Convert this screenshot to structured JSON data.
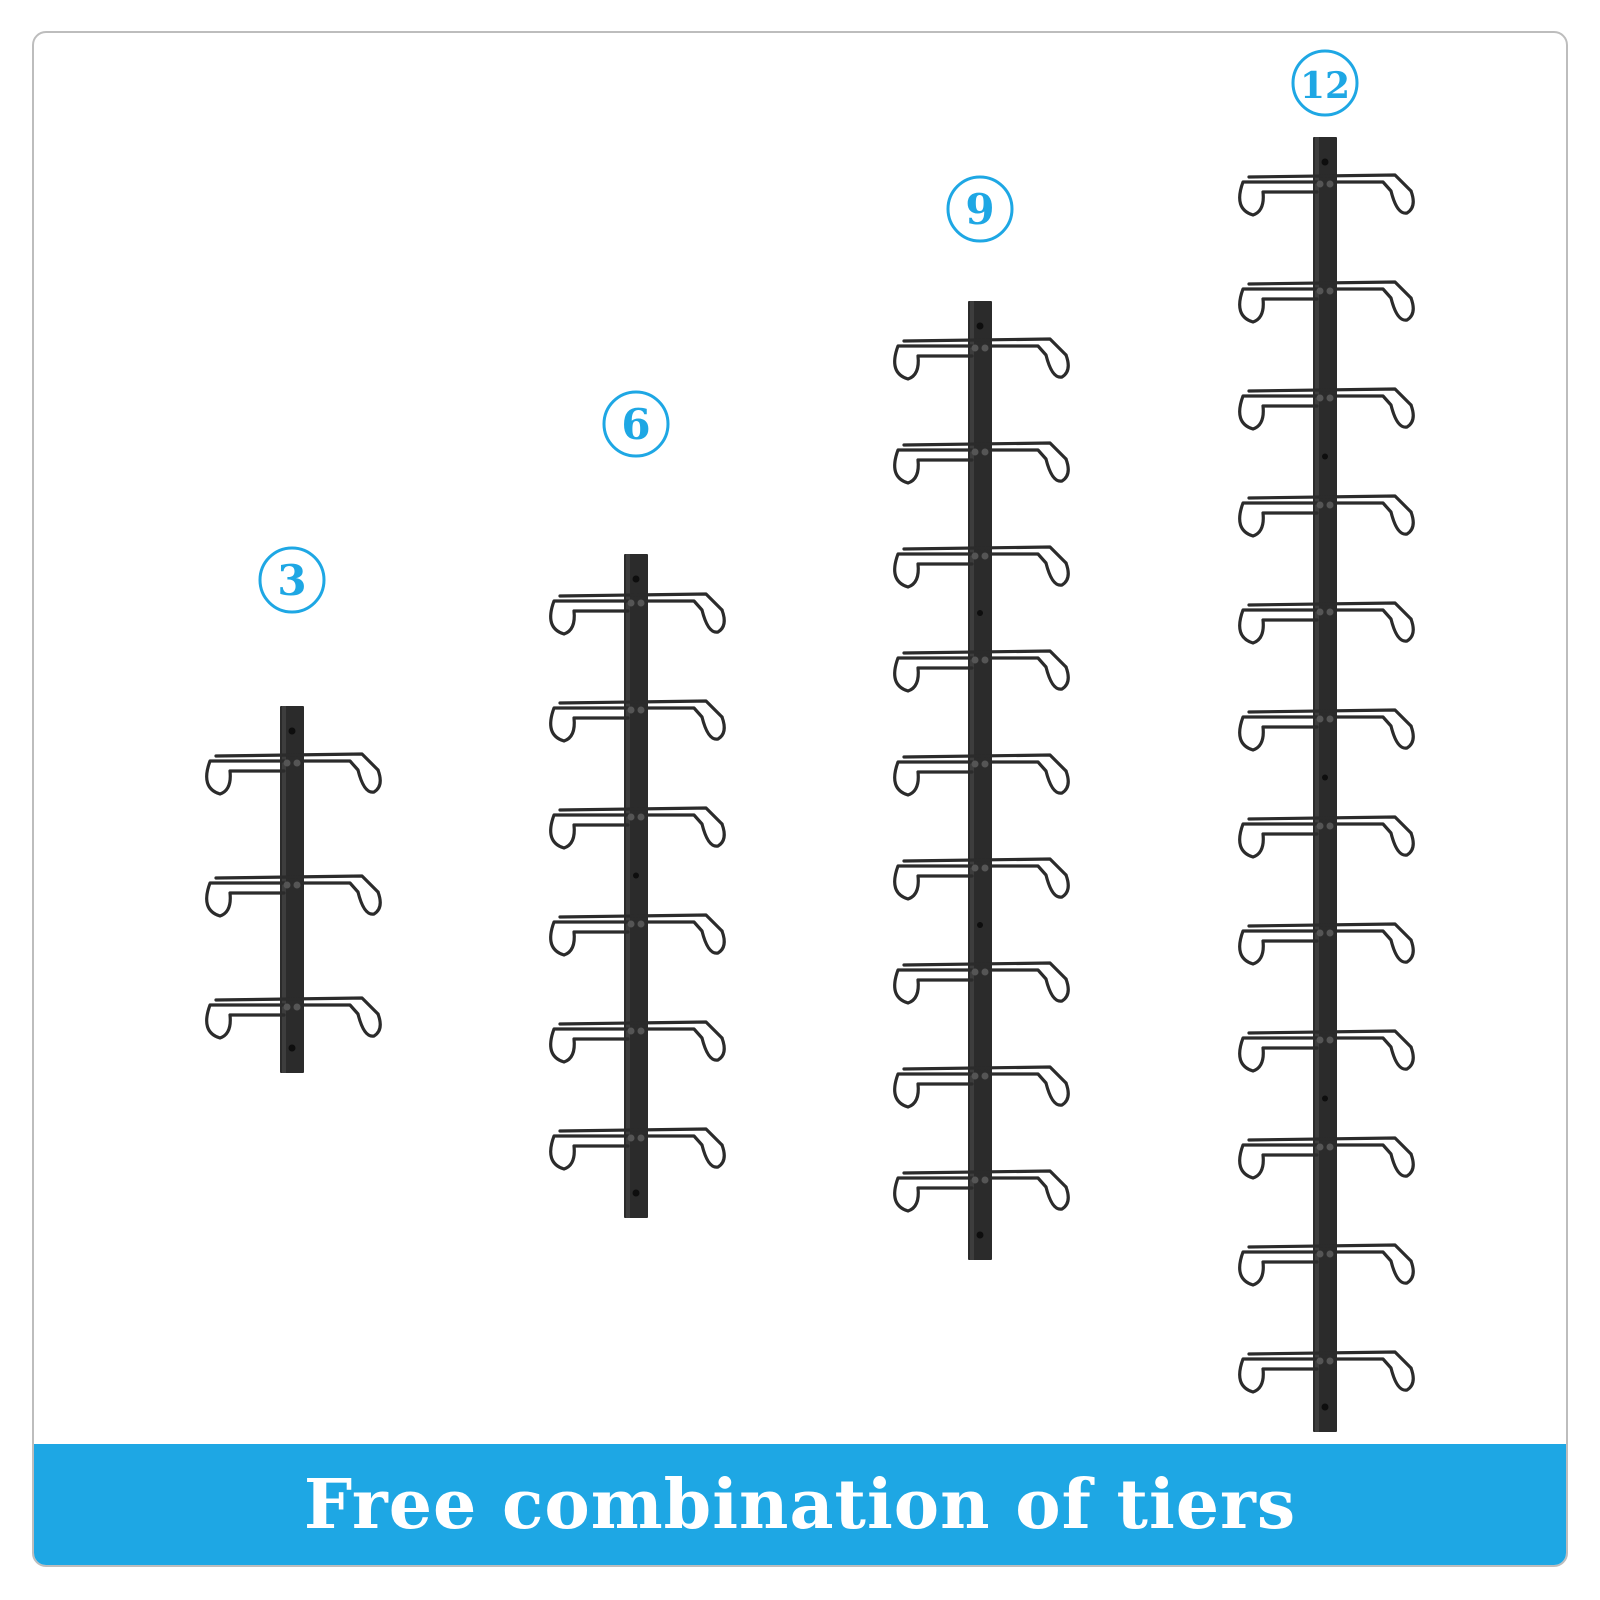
{
  "colors": {
    "accent": "#1ea7e4",
    "rack": "#2b2b2b",
    "border": "#bdbdbd",
    "banner_text": "#ffffff"
  },
  "racks": [
    {
      "label": "3",
      "tiers": 3
    },
    {
      "label": "6",
      "tiers": 6
    },
    {
      "label": "9",
      "tiers": 9
    },
    {
      "label": "12",
      "tiers": 12
    }
  ],
  "banner": {
    "text": "Free combination of tiers"
  }
}
